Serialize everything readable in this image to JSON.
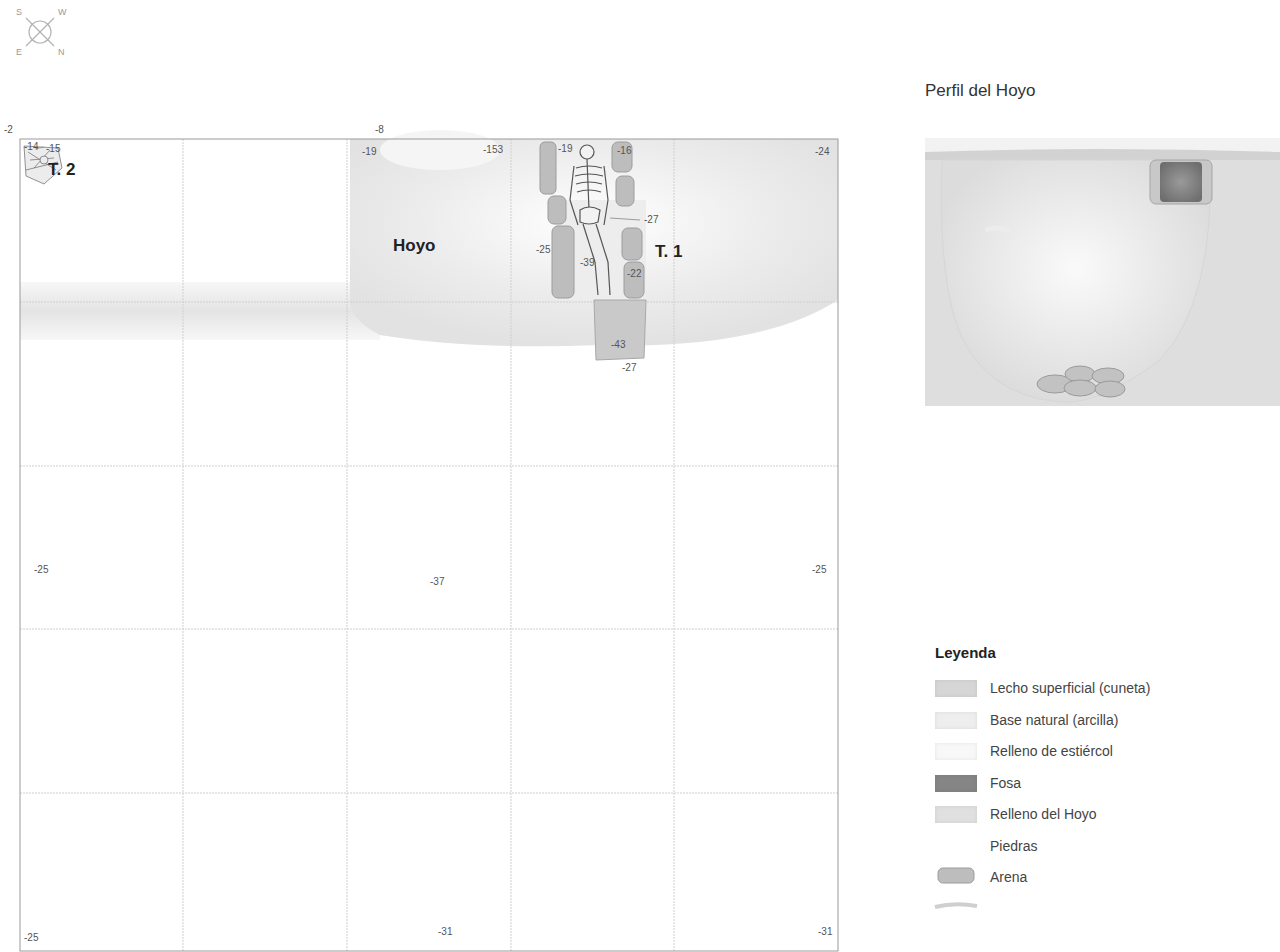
{
  "diagram": {
    "nodes": [
      {
        "text": [
          "T. 2"
        ]
      },
      {
        "text": [
          "Hoyo"
        ]
      },
      {
        "text": [
          "T. 1"
        ]
      }
    ],
    "labels": [
      "S",
      "W",
      "E",
      "N",
      "-2",
      "-14",
      "-15",
      "-8",
      "-19",
      "-153",
      "-19",
      "-16",
      "-24",
      "-27",
      "-25",
      "-39",
      "-22",
      "-43",
      "-27",
      "-25",
      "-37",
      "-25",
      "-25",
      "-31",
      "-31",
      "Perfil del Hoyo",
      "Leyenda"
    ],
    "legend": [
      {
        "text": "Lecho superficial (cuneta)",
        "color": "#d6d6d6"
      },
      {
        "text": "Base natural (arcilla)",
        "color": "#eeeeee"
      },
      {
        "text": "Relleno de estiércol",
        "color": "#f8f8f8"
      },
      {
        "text": "Fosa",
        "color": "#858585"
      },
      {
        "text": "Relleno del Hoyo",
        "color": "#e0e0e0"
      },
      {
        "text": "Piedras"
      },
      {
        "text": "Arena"
      }
    ]
  }
}
